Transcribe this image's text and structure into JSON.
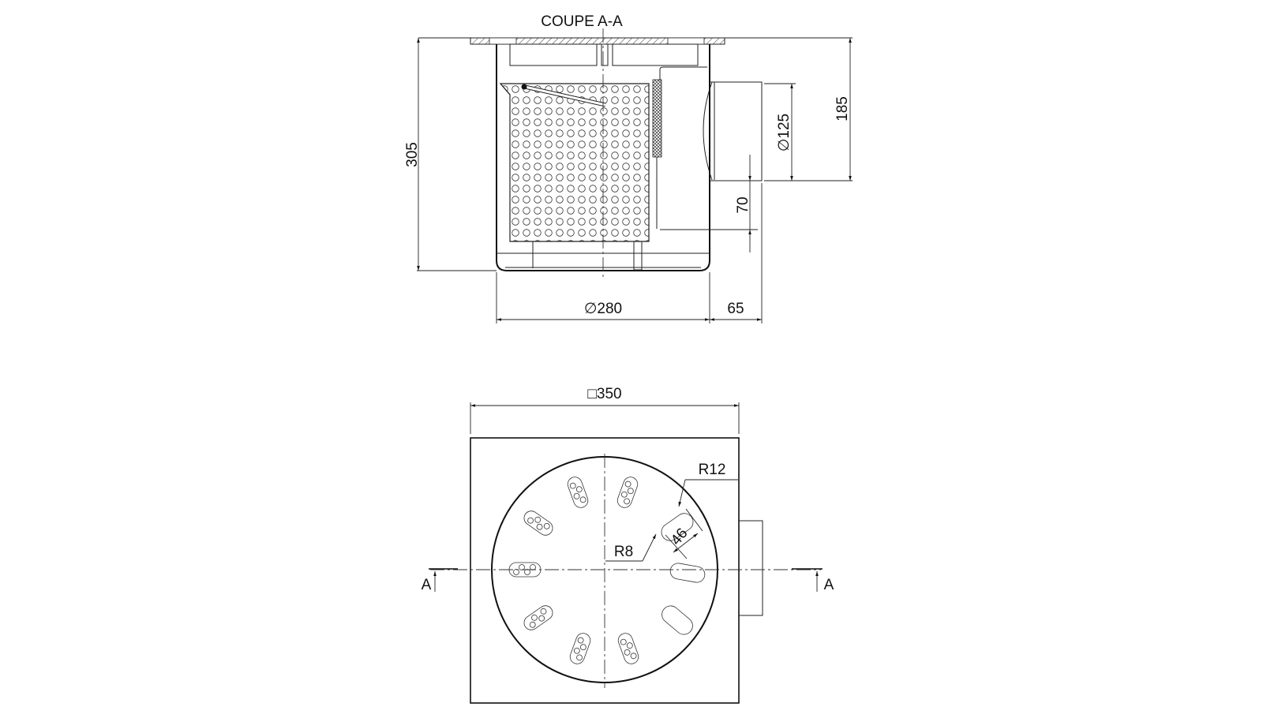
{
  "drawing": {
    "section_title": "COUPE A-A",
    "section_view": {
      "dimensions": {
        "total_height": "305",
        "outlet_height": "185",
        "outlet_diameter": "∅125",
        "outlet_offset": "70",
        "body_diameter": "∅280",
        "outlet_length": "65"
      }
    },
    "plan_view": {
      "dimensions": {
        "square_size": "□350",
        "slot_length": "46",
        "radius_large": "R12",
        "radius_small": "R8"
      },
      "section_markers": {
        "left": "A",
        "right": "A"
      }
    }
  },
  "colors": {
    "line": "#222222",
    "background": "#ffffff"
  }
}
